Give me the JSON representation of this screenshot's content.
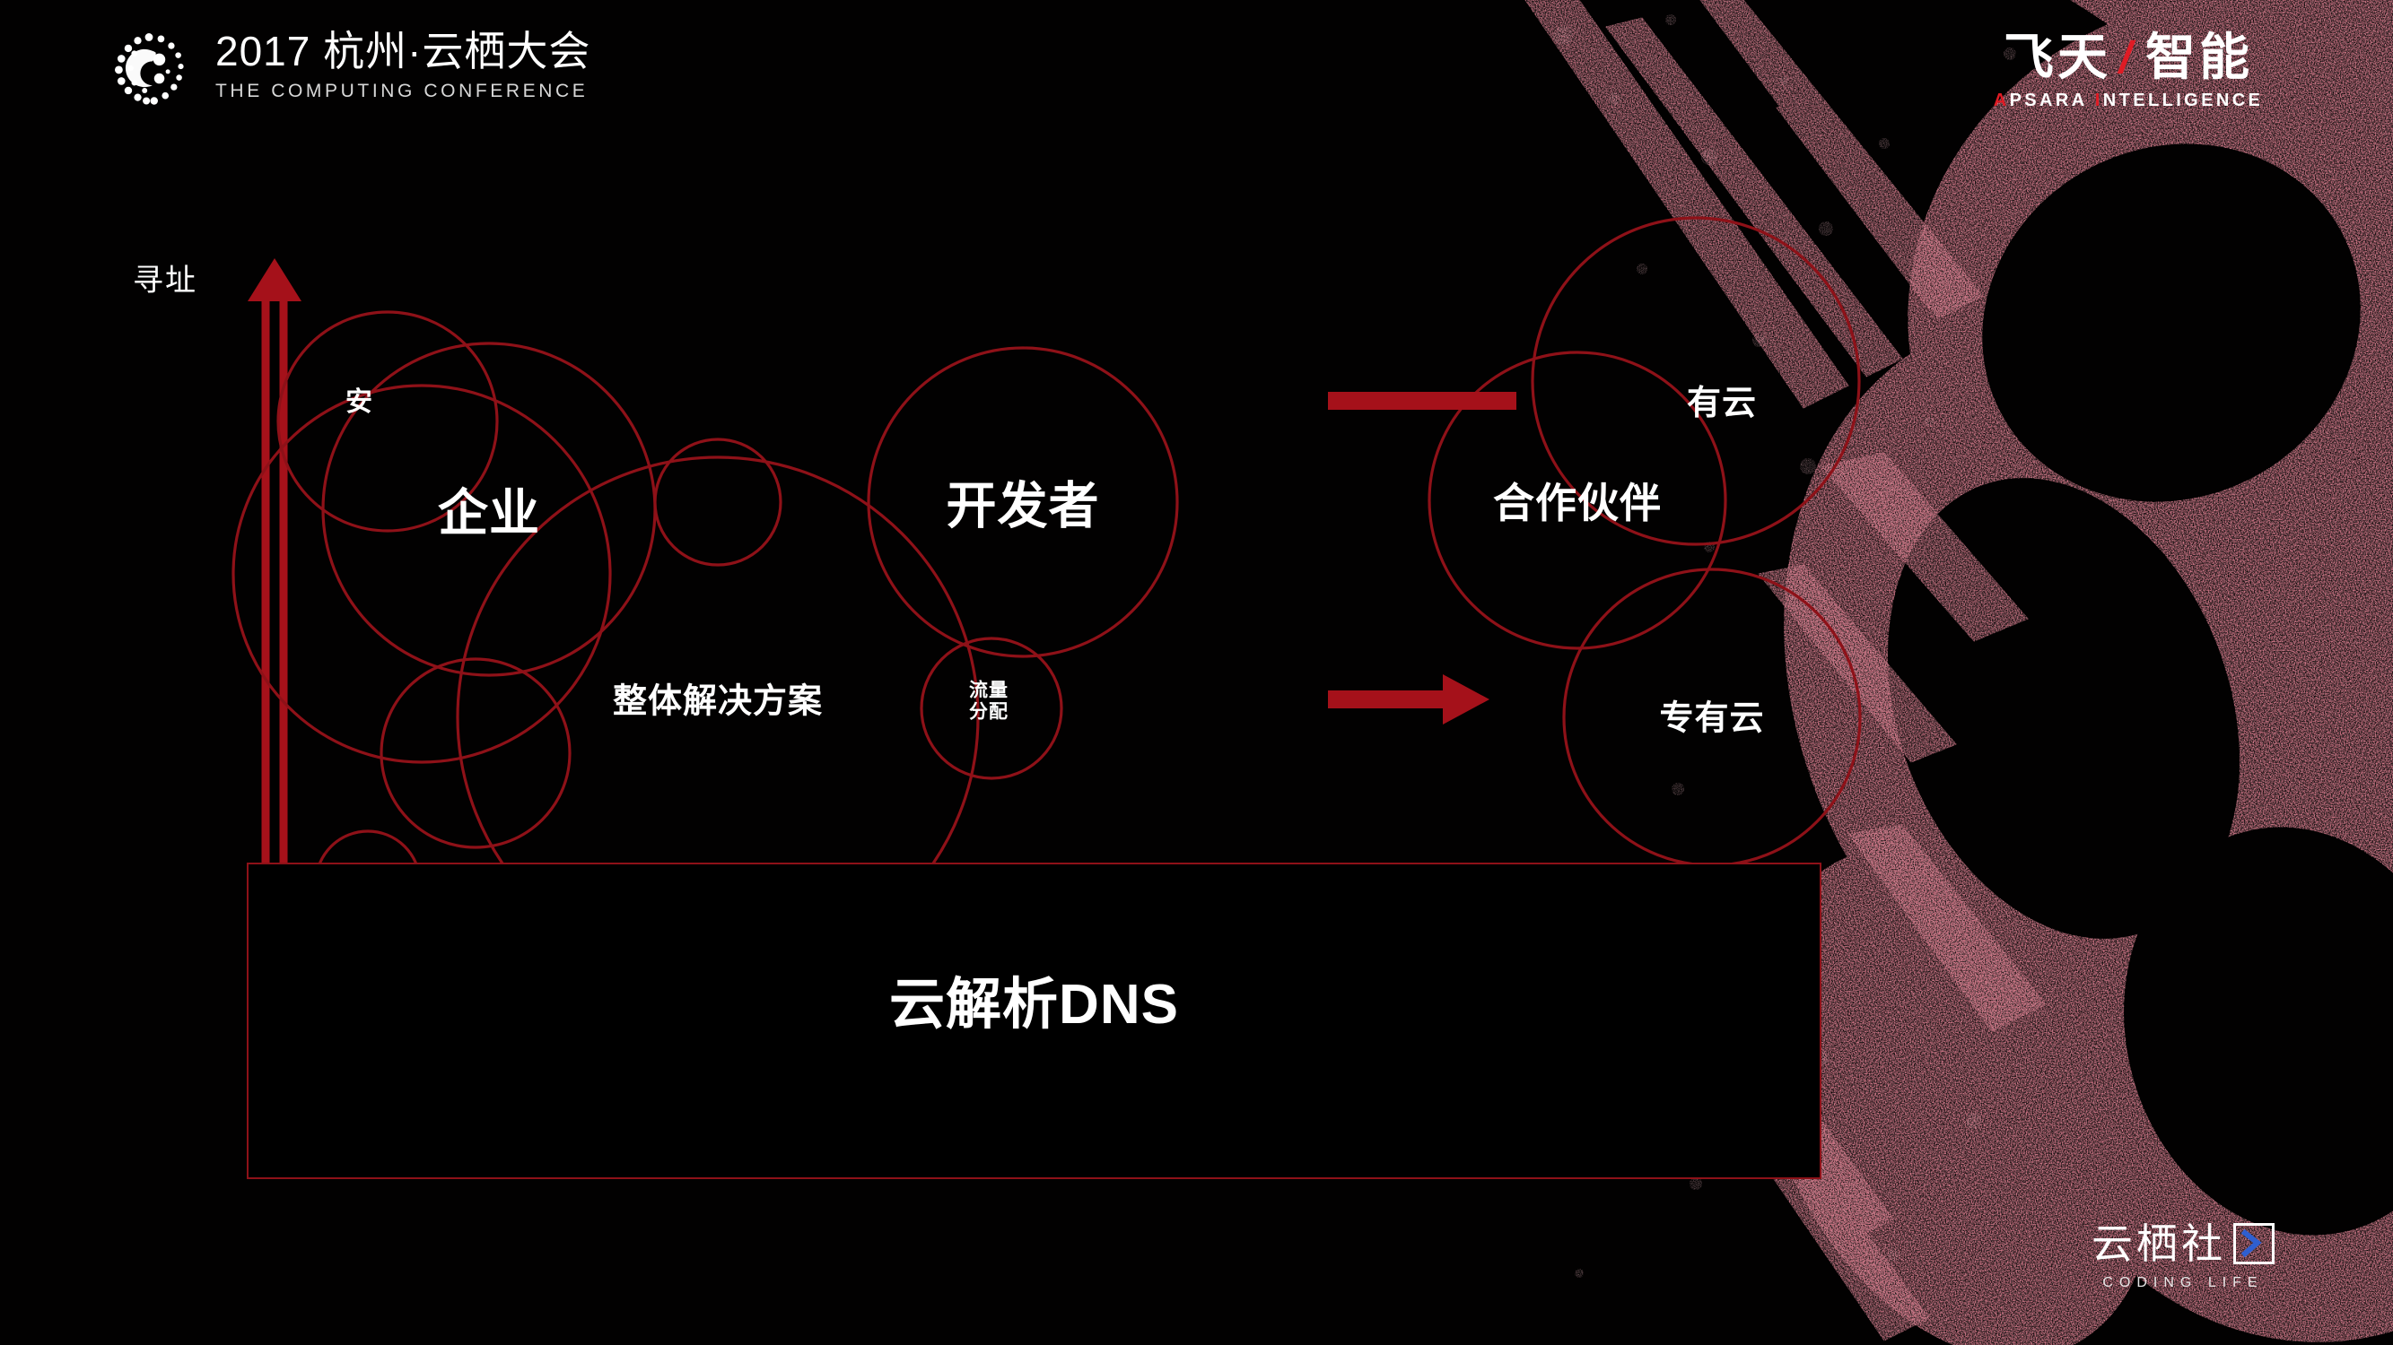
{
  "header": {
    "conference": {
      "year": "2017",
      "title_cn": "杭州·云栖大会",
      "title_full": "2017 杭州·云栖大会",
      "subtitle_en": "THE COMPUTING CONFERENCE",
      "logo_icon": "conference-dot-c-logo-icon"
    },
    "brand": {
      "name_cn_left": "飞天",
      "separator": "/",
      "name_cn_right": "智能",
      "name_en_a": "A",
      "name_en_psara": "PSARA ",
      "name_en_i": "I",
      "name_en_ntelligence": "NTELLIGENCE",
      "name_en_full": "APSARA INTELLIGENCE"
    }
  },
  "diagram": {
    "axis_label": "寻址",
    "nodes": [
      {
        "id": "enterprise",
        "label": "企业",
        "size": "xl"
      },
      {
        "id": "developer",
        "label": "开发者",
        "size": "xl"
      },
      {
        "id": "partner",
        "label": "合作伙伴",
        "size": "lg"
      },
      {
        "id": "solution",
        "label": "整体解决方案",
        "size": "md"
      },
      {
        "id": "traffic",
        "label_line1": "流量",
        "label_line2": "分配",
        "size": "sm"
      },
      {
        "id": "public-cloud",
        "label": "有云",
        "size": "md",
        "clipped": true
      },
      {
        "id": "dedicated-cloud",
        "label": "专有云",
        "size": "md"
      },
      {
        "id": "security",
        "label": "安",
        "size": "sm",
        "clipped": true
      }
    ],
    "panel": {
      "title": "云解析DNS"
    },
    "colors": {
      "accent_red": "#b3161d",
      "circle_stroke": "#8e1118",
      "arrow_red": "#a5111a",
      "text_white": "#ffffff",
      "background": "#000000"
    }
  },
  "footer": {
    "community": {
      "name_cn": "云栖社",
      "mark_icon": "yunqi-qu-box-icon",
      "tagline_en": "CODING LIFE"
    }
  }
}
